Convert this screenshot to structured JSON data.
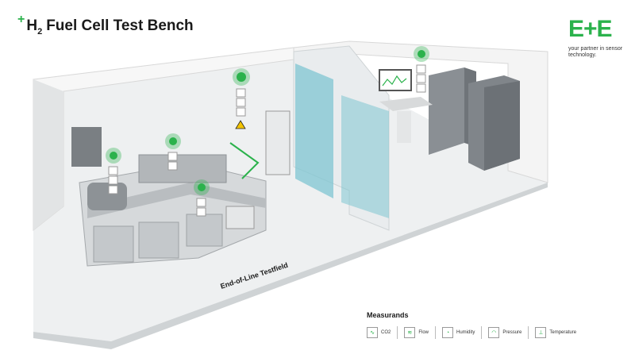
{
  "header": {
    "plus": "+",
    "h2_main": "H",
    "h2_sub": "2",
    "title_rest": "Fuel Cell Test Bench"
  },
  "logo": {
    "mark": "E+E",
    "tagline": "your partner in sensor technology."
  },
  "scene": {
    "testfield_label": "End-of-Line Testfield"
  },
  "legend": {
    "title": "Measurands",
    "items": [
      {
        "icon": "co2-icon",
        "label": "CO2"
      },
      {
        "icon": "flow-icon",
        "label": "Flow"
      },
      {
        "icon": "humidity-icon",
        "label": "Humidity"
      },
      {
        "icon": "pressure-icon",
        "label": "Pressure"
      },
      {
        "icon": "temperature-icon",
        "label": "Temperature"
      }
    ]
  },
  "colors": {
    "accent": "#2bb24c",
    "glass": "#7fc6d2",
    "cabinet": "#8a8f94"
  }
}
